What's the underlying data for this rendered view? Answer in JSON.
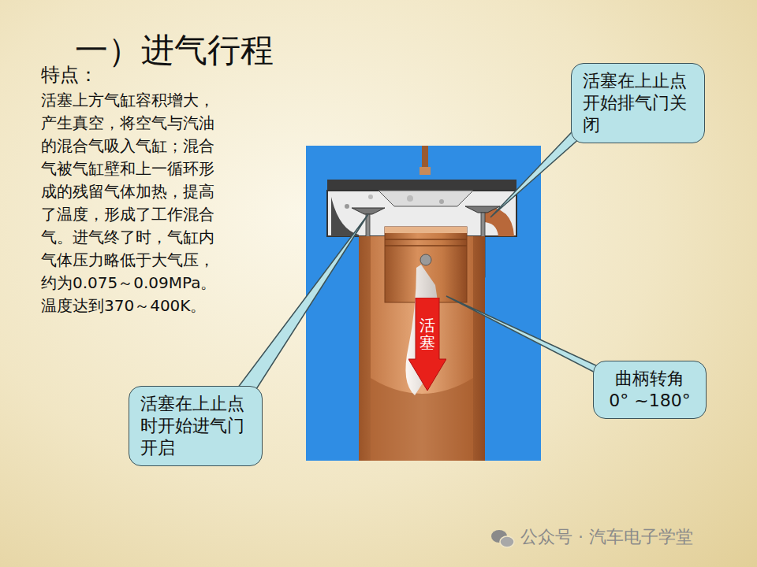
{
  "diagram": {
    "title": "一）进气行程",
    "nodes": [
      {
        "text": [
          "活塞在上止点开始排气门关闭"
        ]
      },
      {
        "text": [
          "活塞"
        ]
      },
      {
        "text": [
          "曲柄转角 0° ~180°"
        ]
      },
      {
        "text": [
          "活塞在上止点时开始进气门开启"
        ]
      }
    ],
    "labels": [
      "特点：",
      "活塞上方气缸容积增大，产生真空，将空气与汽油的混合气吸入气缸；混合气被气缸壁和上一循环形成的残留气体加热，提高了温度，形成了工作混合气。进气终了时，气缸内气体压力略低于大气压，约为0.075～0.09MPa。温度达到370～400K。",
      "公众号 · 汽车电子学堂"
    ]
  }
}
